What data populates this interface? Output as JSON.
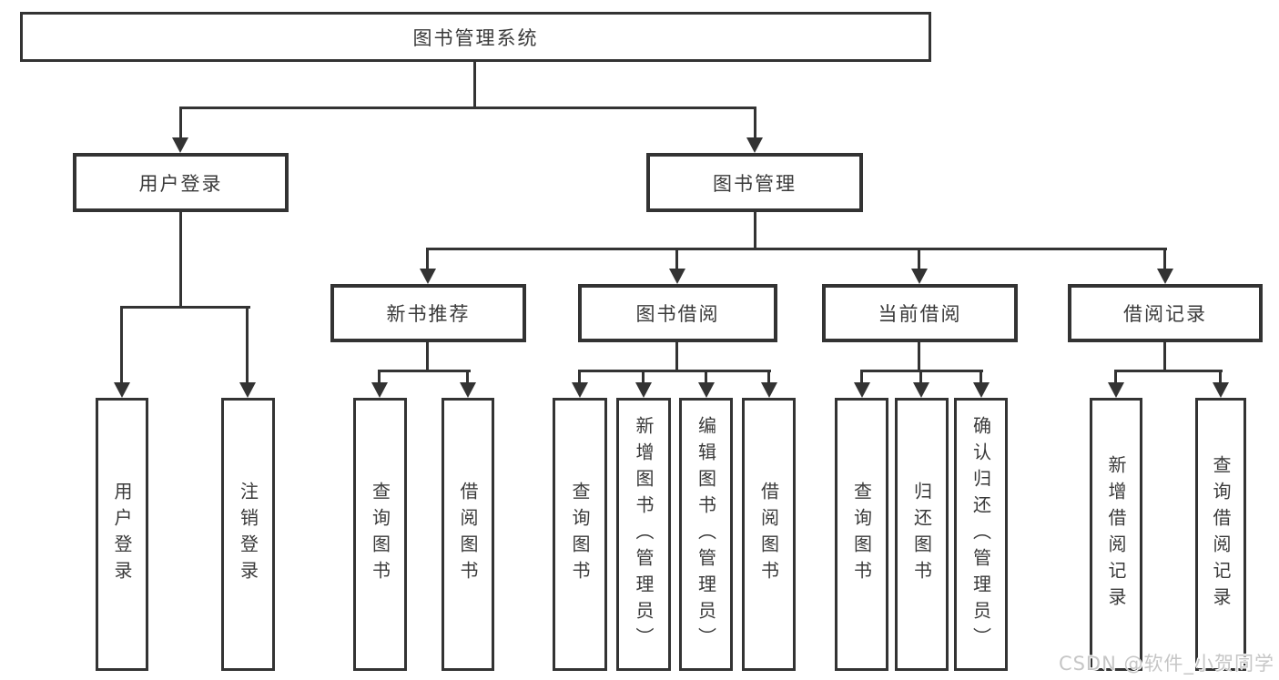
{
  "diagram": {
    "root": {
      "label": "图书管理系统"
    },
    "level2": {
      "user_login": {
        "label": "用户登录"
      },
      "book_management": {
        "label": "图书管理"
      }
    },
    "level3": {
      "new_book_recommendation": {
        "label": "新书推荐"
      },
      "book_borrowing": {
        "label": "图书借阅"
      },
      "current_borrowing": {
        "label": "当前借阅"
      },
      "borrowing_records": {
        "label": "借阅记录"
      }
    },
    "leaves": {
      "user_login": {
        "label": "用户登录"
      },
      "logout": {
        "label": "注销登录"
      },
      "rec_query_books": {
        "label": "查询图书"
      },
      "rec_borrow_books": {
        "label": "借阅图书"
      },
      "bb_query_books": {
        "label": "查询图书"
      },
      "bb_add_books_admin": {
        "label": "新增图书（管理员）"
      },
      "bb_edit_books_admin": {
        "label": "编辑图书（管理员）"
      },
      "bb_borrow_books": {
        "label": "借阅图书"
      },
      "cb_query_books": {
        "label": "查询图书"
      },
      "cb_return_books": {
        "label": "归还图书"
      },
      "cb_confirm_return_admin": {
        "label": "确认归还（管理员）"
      },
      "br_add_record": {
        "label": "新增借阅记录"
      },
      "br_query_record": {
        "label": "查询借阅记录"
      }
    },
    "watermark": "CSDN @软件_小贺同学",
    "colors": {
      "line": "#333333",
      "text": "#3a3a3a",
      "background": "#ffffff",
      "watermark": "#c6c6c6"
    }
  }
}
